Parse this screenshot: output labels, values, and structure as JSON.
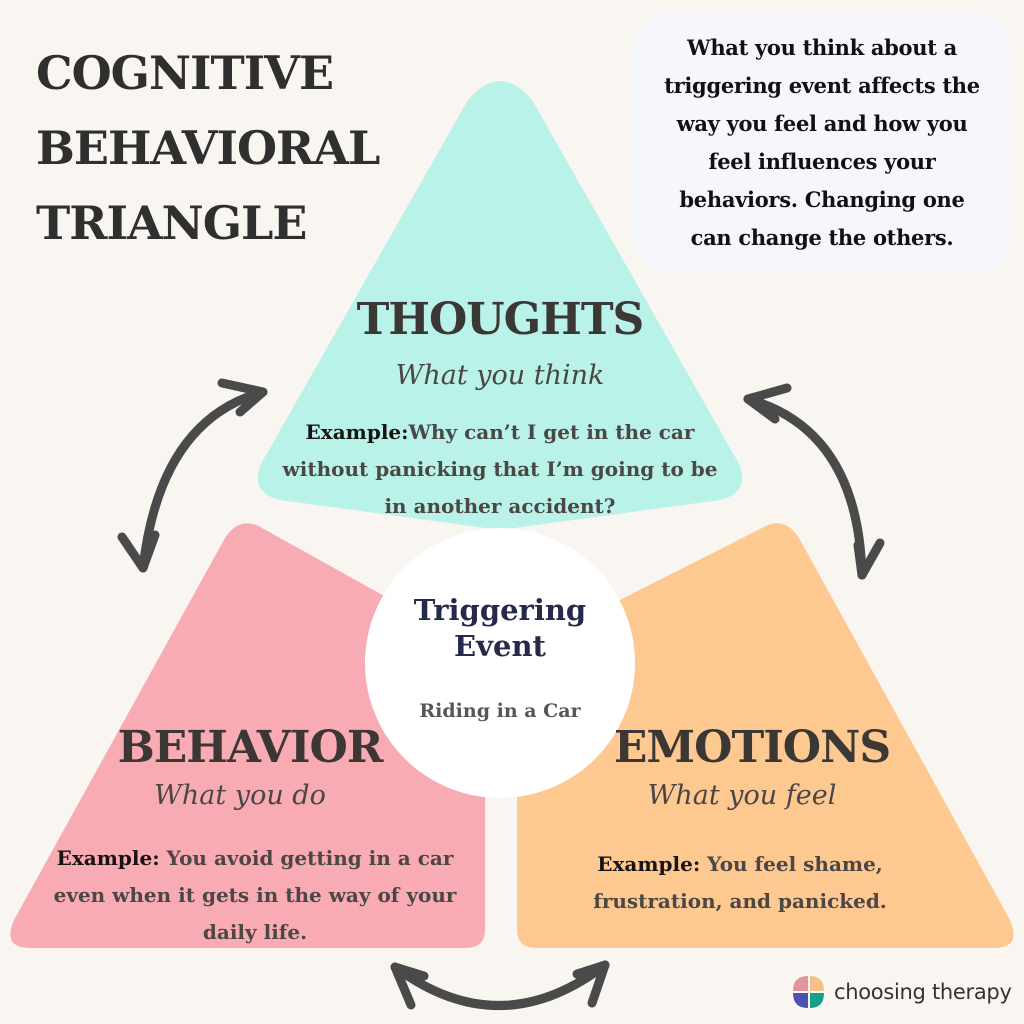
{
  "title": {
    "lines": [
      "COGNITIVE",
      "BEHAVIORAL",
      "TRIANGLE"
    ]
  },
  "callout": {
    "text": "What you think about a triggering event affects the way you feel and how you feel influences your behaviors. Changing one can change the others."
  },
  "thoughts": {
    "heading": "THOUGHTS",
    "subtitle": "What you think",
    "example_label": "Example:",
    "example_text": "Why can’t I get in the car without panicking that I’m going to be in another accident?"
  },
  "behavior": {
    "heading": "BEHAVIOR",
    "subtitle": "What you do",
    "example_label": "Example:",
    "example_text": " You avoid getting in a car even when it gets in the way of your daily life."
  },
  "emotions": {
    "heading": "EMOTIONS",
    "subtitle": "What you feel",
    "example_label": "Example:",
    "example_text": " You feel shame, frustration, and panicked."
  },
  "center": {
    "title": "Triggering Event",
    "subtitle": "Riding in a Car"
  },
  "arrows": [
    {
      "name": "thoughts-behavior-arrow",
      "between": [
        "Thoughts",
        "Behavior"
      ]
    },
    {
      "name": "thoughts-emotions-arrow",
      "between": [
        "Thoughts",
        "Emotions"
      ]
    },
    {
      "name": "behavior-emotions-arrow",
      "between": [
        "Behavior",
        "Emotions"
      ]
    }
  ],
  "logo": {
    "text": "choosing therapy",
    "icon": "choosing-therapy-logo-icon"
  },
  "colors": {
    "background": "#f9f6f1",
    "thoughts": "#b8f2e8",
    "behavior": "#f9abb4",
    "emotions": "#fec891",
    "center": "#ffffff",
    "callout": "#f5f7fd",
    "arrow": "#4a4a4a",
    "center_title": "#242a4a"
  }
}
